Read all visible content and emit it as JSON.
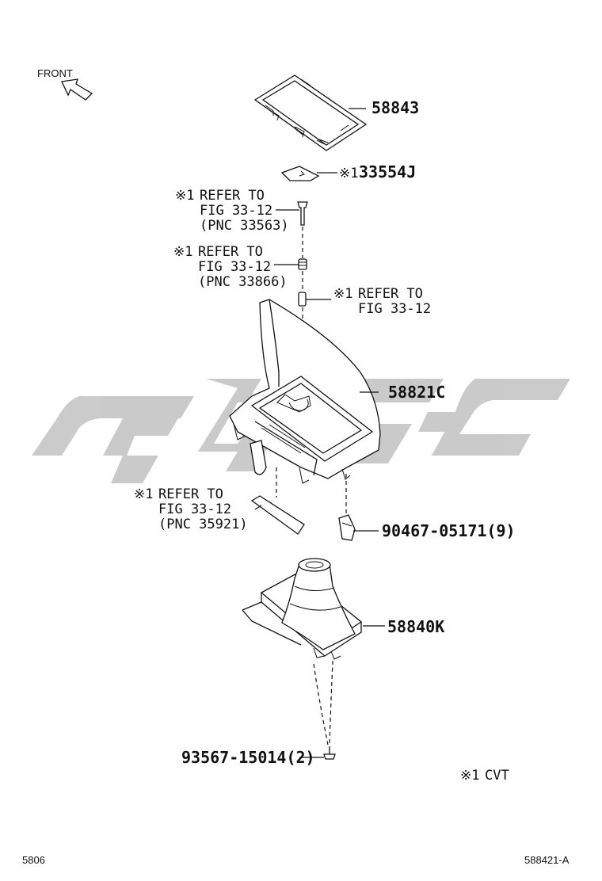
{
  "front_label": "FRONT",
  "parts": {
    "p58843": "58843",
    "p33554j": "33554J",
    "p58821c": "58821C",
    "p90467": "90467-05171(9)",
    "p58840k": "58840K",
    "p93567": "93567-15014(2)"
  },
  "marks": {
    "cvt_mark": "※1",
    "m33554j": "※1"
  },
  "refs": {
    "r33563": {
      "mark": "※1",
      "l1": "REFER TO",
      "l2": "FIG 33-12",
      "l3": "(PNC 33563)"
    },
    "r33866": {
      "mark": "※1",
      "l1": "REFER TO",
      "l2": "FIG 33-12",
      "l3": "(PNC 33866)"
    },
    "rfig": {
      "mark": "※1",
      "l1": "REFER TO",
      "l2": "FIG 33-12"
    },
    "r35921": {
      "mark": "※1",
      "l1": "REFER TO",
      "l2": "FIG 33-12",
      "l3": "(PNC 35921)"
    }
  },
  "legend": {
    "mark": "※1",
    "text": "CVT"
  },
  "footer": {
    "page": "5806",
    "figure_id": "588421-A"
  },
  "colors": {
    "line": "#111111",
    "watermark": "#c8c8c8",
    "background": "#ffffff"
  }
}
